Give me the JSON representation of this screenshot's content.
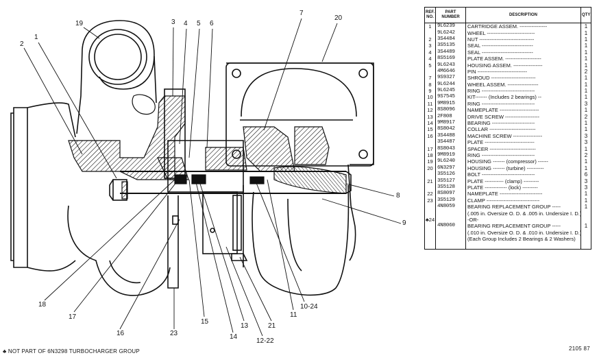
{
  "callouts": [
    {
      "id": "c19",
      "text": "19"
    },
    {
      "id": "c1",
      "text": "1"
    },
    {
      "id": "c2",
      "text": "2"
    },
    {
      "id": "c3",
      "text": "3"
    },
    {
      "id": "c4",
      "text": "4"
    },
    {
      "id": "c5",
      "text": "5"
    },
    {
      "id": "c6",
      "text": "6"
    },
    {
      "id": "c7",
      "text": "7"
    },
    {
      "id": "c20",
      "text": "20"
    },
    {
      "id": "c8",
      "text": "8"
    },
    {
      "id": "c9",
      "text": "9"
    },
    {
      "id": "c18",
      "text": "18"
    },
    {
      "id": "c17",
      "text": "17"
    },
    {
      "id": "c16",
      "text": "16"
    },
    {
      "id": "c23",
      "text": "23"
    },
    {
      "id": "c15",
      "text": "15"
    },
    {
      "id": "c14",
      "text": "14"
    },
    {
      "id": "c13",
      "text": "13"
    },
    {
      "id": "c12_22",
      "text": "12-22"
    },
    {
      "id": "c21",
      "text": "21"
    },
    {
      "id": "c11",
      "text": "11"
    },
    {
      "id": "c10_24",
      "text": "10-24"
    }
  ],
  "footnote": "♣ NOT PART OF 6N3298 TURBOCHARGER GROUP",
  "doc_number": "2105 87",
  "parts_table": {
    "headers": {
      "ref": "REF. NO.",
      "part": "PART NUMBER",
      "desc": "DESCRIPTION",
      "qty": "QTY"
    },
    "rows": [
      {
        "ref": "1",
        "part": "9L6239",
        "desc": "CARTRIDGE ASSEM. ----------------",
        "qty": "1"
      },
      {
        "ref": "",
        "part": "9L6242",
        "desc": "   WHEEL ----------------------------",
        "qty": "1"
      },
      {
        "ref": "2",
        "part": "3S4484",
        "desc": "   NUT --------------------------------",
        "qty": "1"
      },
      {
        "ref": "3",
        "part": "3S5135",
        "desc": "   SEAL ------------------------------",
        "qty": "1"
      },
      {
        "ref": "4",
        "part": "3S4489",
        "desc": "   SEAL ------------------------------",
        "qty": "1"
      },
      {
        "ref": "4",
        "part": "8S5169",
        "desc": "   PLATE ASSEM. ---------------------",
        "qty": "1"
      },
      {
        "ref": "5",
        "part": "9L6243",
        "desc": "   HOUSING ASSEM. -----------------",
        "qty": "1"
      },
      {
        "ref": "",
        "part": "4M6646",
        "desc": "       PIN -----------------------------",
        "qty": "2"
      },
      {
        "ref": "7",
        "part": "9S9327",
        "desc": "   SHROUD --------------------------",
        "qty": "1"
      },
      {
        "ref": "8",
        "part": "9L6244",
        "desc": "   WHEEL ASSEM. ------------------",
        "qty": "1"
      },
      {
        "ref": "9",
        "part": "9L6245",
        "desc": "   RING -------------------------------",
        "qty": "1"
      },
      {
        "ref": "10",
        "part": "9S7545",
        "desc": "   KIT------- (Includes 2 bearings) --",
        "qty": "1"
      },
      {
        "ref": "11",
        "part": "9M8915",
        "desc": "   RING -------------------------------",
        "qty": "3"
      },
      {
        "ref": "12",
        "part": "8S8096",
        "desc": "   NAMEPLATE -----------------------",
        "qty": "1"
      },
      {
        "ref": "13",
        "part": "2F808",
        "desc": "   DRIVE SCREW --------------------",
        "qty": "2"
      },
      {
        "ref": "14",
        "part": "9M8917",
        "desc": "   BEARING -------------------------",
        "qty": "1"
      },
      {
        "ref": "15",
        "part": "8S8042",
        "desc": "   COLLAR ---------------------------",
        "qty": "1"
      },
      {
        "ref": "16",
        "part": "3S4488",
        "desc": "   MACHINE SCREW -----------------",
        "qty": "3"
      },
      {
        "ref": "",
        "part": "3S4487",
        "desc": "   PLATE -----------------------------",
        "qty": "3"
      },
      {
        "ref": "17",
        "part": "8S8043",
        "desc": "   SPACER ---------------------------",
        "qty": "1"
      },
      {
        "ref": "18",
        "part": "9M8919",
        "desc": "   RING -------------------------------",
        "qty": "2"
      },
      {
        "ref": "19",
        "part": "9L6240",
        "desc": "HOUSING ------- (compressor) ------",
        "qty": "1"
      },
      {
        "ref": "20",
        "part": "6N3297",
        "desc": "HOUSING ------- (turbine) ----------",
        "qty": "1"
      },
      {
        "ref": "",
        "part": "3S5126",
        "desc": "BOLT -------------------------------",
        "qty": "6"
      },
      {
        "ref": "21",
        "part": "3S5127",
        "desc": "PLATE ----------- (clamp) ---------",
        "qty": "3"
      },
      {
        "ref": "",
        "part": "3S5128",
        "desc": "PLATE ------------- (lock) ---------",
        "qty": "3"
      },
      {
        "ref": "22",
        "part": "8S8097",
        "desc": "NAMEPLATE -------------------------",
        "qty": "1"
      },
      {
        "ref": "23",
        "part": "3S5129",
        "desc": "CLAMP -------------------------------",
        "qty": "1"
      },
      {
        "ref": "",
        "part": "4N8059",
        "desc": "BEARING REPLACEMENT GROUP -----",
        "qty": "1"
      },
      {
        "ref": "",
        "part": "",
        "desc": "(.005 in. Oversize O. D. & .005 in. Undersize I. D.)",
        "qty": ""
      },
      {
        "ref": "♣24",
        "part": "",
        "desc": "                          -OR-",
        "qty": ""
      },
      {
        "ref": "",
        "part": "4N8060",
        "desc": "BEARING REPLACEMENT GROUP -----",
        "qty": "1"
      },
      {
        "ref": "",
        "part": "",
        "desc": "(.010 in. Oversize O. D. & .010 in. Undersize I. D.)",
        "qty": ""
      },
      {
        "ref": "",
        "part": "",
        "desc": "(Each Group Includes 2 Bearings & 2 Washers)",
        "qty": ""
      },
      {
        "ref": "",
        "part": "",
        "desc": "",
        "qty": ""
      }
    ]
  }
}
